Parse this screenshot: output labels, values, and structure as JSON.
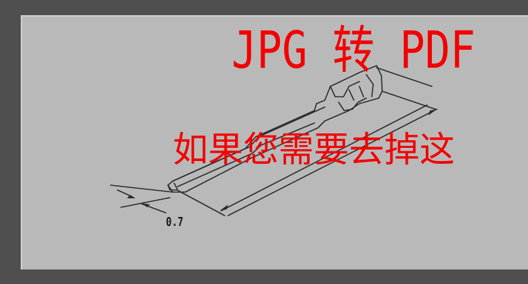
{
  "drawing": {
    "dimension_label": "0.7"
  },
  "watermark": {
    "title": "JPG 转 PDF",
    "subtitle": "如果您需要去掉这"
  },
  "colors": {
    "background": "#b9b9b9",
    "frame": "#4f4f4f",
    "line": "#2a2a2a",
    "watermark": "#f20000"
  }
}
